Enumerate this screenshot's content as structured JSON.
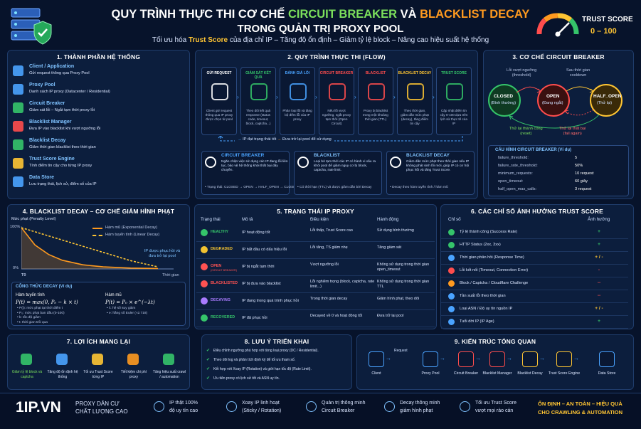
{
  "header": {
    "title_a": "QUY TRÌNH THỰC THI CƠ CHẾ ",
    "title_b": "CIRCUIT BREAKER",
    "title_c": " VÀ ",
    "title_d": "BLACKLIST DECAY",
    "title_2": "TRONG QUẢN TRỊ PROXY POOL",
    "sub_a": "Tối ưu hóa ",
    "sub_b": "Trust Score",
    "sub_c": " của địa chỉ IP – Tăng độ ổn định – Giảm tỷ lệ block – Nâng cao hiệu suất hệ thống",
    "trust_label": "TRUST SCORE",
    "trust_range": "0 – 100"
  },
  "s1": {
    "title": "1. THÀNH PHẦN HỆ THỐNG",
    "items": [
      {
        "name": "Client / Application",
        "desc": "Gửi request thông qua Proxy Pool"
      },
      {
        "name": "Proxy Pool",
        "desc": "Danh sách IP proxy (Datacenter / Residential)"
      },
      {
        "name": "Circuit Breaker",
        "desc": "Giám sát lỗi – Ngắt tạm thời proxy lỗi"
      },
      {
        "name": "Blacklist Manager",
        "desc": "Đưa IP vào blacklist khi vượt ngưỡng lỗi"
      },
      {
        "name": "Blacklist Decay",
        "desc": "Giảm thời gian blacklist theo thời gian"
      },
      {
        "name": "Trust Score Engine",
        "desc": "Tính điểm tin cậy cho từng IP proxy"
      },
      {
        "name": "Data Store",
        "desc": "Lưu trạng thái, lịch sử, điểm số của IP"
      }
    ]
  },
  "s2": {
    "title": "2. QUY TRÌNH THỰC THI (FLOW)",
    "steps": [
      {
        "h": "GỬI REQUEST",
        "d": "Client gửi request thông qua IP proxy được chọn từ pool"
      },
      {
        "h": "GIÁM SÁT KẾT QUẢ",
        "d": "Theo dõi kết quả response (status code, timeout, block, captcha...)"
      },
      {
        "h": "ĐÁNH GIÁ LỖI",
        "d": "Phân loại lỗi và tăng bộ đếm lỗi của IP proxy"
      },
      {
        "h": "CIRCUIT BREAKER",
        "d": "Nếu lỗi vượt ngưỡng, ngắt proxy tạm thời (Open Circuit)"
      },
      {
        "h": "BLACKLIST",
        "d": "Proxy bị blacklist trong một khoảng thời gian (TTL)"
      },
      {
        "h": "BLACKLIST DECAY",
        "d": "Theo thời gian, giảm dần mức phạt (decay), tăng điểm tin cậy"
      },
      {
        "h": "TRUST SCORE",
        "d": "Cập nhật điểm tin cậy 0-100 dựa trên lịch sử thực tế của IP"
      }
    ],
    "loop_a": "IP đạt trạng thái tốt",
    "loop_b": "Đưa trở lại pool để sử dụng",
    "cards": [
      {
        "h": "CIRCUIT BREAKER",
        "d": "Ngăn chặn việc sử dụng các IP đang lỗi liên tục, bảo vệ hệ thống khỏi thất bại dây chuyền.",
        "f": "• Trạng thái: CLOSED → OPEN → HALF_OPEN → CLOSED"
      },
      {
        "h": "BLACKLIST",
        "d": "Loại bỏ tạm thời các IP có hành vi xấu ra khỏi pool để giảm nguy cơ bị block, captcha, rate limit.",
        "f": "• Có thời hạn (TTL) và được giảm dần bởi Decay"
      },
      {
        "h": "BLACKLIST DECAY",
        "d": "Giảm dần mức phạt theo thời gian nếu IP không phát sinh lỗi mới, giúp IP có cơ hội phục hồi và tăng Trust Score.",
        "f": "• Decay theo hàm tuyến tính / hàm mũ"
      }
    ]
  },
  "s3": {
    "title": "3. CƠ CHẾ CIRCUIT BREAKER",
    "closed": "CLOSED",
    "closed_s": "(Bình thường)",
    "open": "OPEN",
    "open_s": "(Đang ngắt)",
    "half": "HALF_OPEN",
    "half_s": "(Thử lại)",
    "t1": "Lỗi vượt ngưỡng",
    "t1b": "(threshold)",
    "t2": "Sau thời gian",
    "t2b": "cooldown",
    "t3": "Thử lại thành công",
    "t3b": "(reset)",
    "t4": "Thử lại thất bại",
    "t4b": "(fail again)",
    "cfg_title": "CẤU HÌNH CIRCUIT BREAKER (Ví dụ)",
    "cfg": [
      [
        "failure_threshold:",
        "5"
      ],
      [
        "failure_rate_threshold:",
        "50%"
      ],
      [
        "minimum_requests:",
        "10 request"
      ],
      [
        "open_timeout:",
        "60 giây"
      ],
      [
        "half_open_max_calls:",
        "3 request"
      ]
    ]
  },
  "s4": {
    "title": "4. BLACKLIST DECAY – CƠ CHẾ GIẢM HÌNH PHẠT",
    "ylabel": "Mức phạt (Penalty Level)",
    "y100": "100%",
    "y0": "0%",
    "x0": "T0",
    "xend": "Thời gian",
    "leg1": "Hàm mũ (Exponential Decay)",
    "leg2": "Hàm tuyến tính (Linear Decay)",
    "note": "IP được phục hồi và đưa trở lại pool",
    "ftitle": "CÔNG THỨC DECAY (Ví dụ)",
    "lin": "Hàm tuyến tính",
    "lin_f": "P(t) = max(0, P₀ − k × t)",
    "lin_n": [
      "• P(t): mức phạt tại thời điểm t",
      "• P₀: mức phạt ban đầu (0-100)",
      "• k: tốc độ giảm",
      "• t: thời gian trôi qua"
    ],
    "exp": "Hàm mũ",
    "exp_f": "P(t) = P₀ × e^(−λt)",
    "exp_n": [
      "• λ: hệ số suy giảm",
      "• e: hằng số Euler (≈2.718)"
    ]
  },
  "chart_data": {
    "type": "line",
    "series": [
      {
        "name": "Hàm mũ (Exponential Decay)",
        "x": [
          0,
          0.1,
          0.2,
          0.3,
          0.45,
          0.6,
          0.8,
          1
        ],
        "y": [
          100,
          58,
          35,
          21,
          10,
          5,
          2,
          1
        ]
      },
      {
        "name": "Hàm tuyến tính (Linear Decay)",
        "x": [
          0,
          0.2,
          0.4,
          0.6,
          0.8,
          1
        ],
        "y": [
          100,
          80,
          60,
          40,
          20,
          5
        ]
      }
    ],
    "ylabel": "Mức phạt (Penalty Level)",
    "xlabel": "Thời gian",
    "ylim": [
      0,
      100
    ]
  },
  "s5": {
    "title": "5. TRẠNG THÁI IP PROXY",
    "cols": [
      "Trạng thái",
      "Mô tả",
      "Điều kiện",
      "Hành động"
    ],
    "rows": [
      {
        "s": "HEALTHY",
        "sub": "",
        "m": "IP hoạt động tốt",
        "d": "Lỗi thấp, Trust Score cao",
        "a": "Sử dụng bình thường",
        "c": "#35c46a"
      },
      {
        "s": "DEGRADED",
        "sub": "",
        "m": "IP bắt đầu có dấu hiệu lỗi",
        "d": "Lỗi tăng, TS giảm nhẹ",
        "a": "Tăng giám sát",
        "c": "#f2c230"
      },
      {
        "s": "OPEN",
        "sub": "(CIRCUIT BREAKER)",
        "m": "IP bị ngắt tạm thời",
        "d": "Vượt ngưỡng lỗi",
        "a": "Không sử dụng trong thời gian open_timeout",
        "c": "#ff5252"
      },
      {
        "s": "BLACKLISTED",
        "sub": "",
        "m": "IP bị đưa vào blacklist",
        "d": "Lỗi nghiêm trọng (block, captcha, rate limit...)",
        "a": "Không sử dụng trong thời gian TTL",
        "c": "#ff5252"
      },
      {
        "s": "DECAYING",
        "sub": "",
        "m": "IP đang trong quá trình phục hồi",
        "d": "Trong thời gian decay",
        "a": "Giảm hình phạt, theo dõi",
        "c": "#a97bff"
      },
      {
        "s": "RECOVERED",
        "sub": "",
        "m": "IP đã phục hồi",
        "d": "Decayed về 0 và hoạt động tốt",
        "a": "Đưa trở lại pool",
        "c": "#35c46a"
      }
    ]
  },
  "s6": {
    "title": "6. CÁC CHỈ SỐ ẢNH HƯỞNG TRUST SCORE",
    "c1": "Chỉ số",
    "c2": "Ảnh hưởng",
    "rows": [
      [
        "Tỷ lệ thành công (Success Rate)",
        "+"
      ],
      [
        "HTTP Status (2xx, 3xx)",
        "+"
      ],
      [
        "Thời gian phản hồi (Response Time)",
        "+ / -"
      ],
      [
        "Lỗi kết nối (Timeout, Connection Error)",
        "-"
      ],
      [
        "Block / Captcha / Cloudflare Challenge",
        "--"
      ],
      [
        "Tần suất lỗi theo thời gian",
        "--"
      ],
      [
        "Loại ASN / Độ uy tín nguồn IP",
        "+ / -"
      ],
      [
        "Tuổi đời IP (IP Age)",
        "+"
      ]
    ]
  },
  "s7": {
    "title": "7. LỢI ÍCH MANG LẠI",
    "items": [
      "Giảm tỷ lệ block và captcha",
      "Tăng độ ổn định hệ thống",
      "Tối ưu Trust Score từng IP",
      "Tiết kiệm chi phí proxy",
      "Tăng hiệu suất crawl / automation"
    ]
  },
  "s8": {
    "title": "8. LƯU Ý TRIỂN KHAI",
    "items": [
      "Điều chỉnh ngưỡng phù hợp với từng loại proxy (DC / Residential).",
      "Theo dõi log và phân tích định kỳ để tối ưu tham số.",
      "Kết hợp với Xoay IP (Rotation) và giới hạn tốc độ (Rate Limit).",
      "Ưu tiên proxy có lịch sử tốt và ASN uy tín."
    ]
  },
  "s9": {
    "title": "9. KIẾN TRÚC TỔNG QUAN",
    "nodes": [
      "Client",
      "Proxy Pool",
      "Circuit Breaker",
      "Blacklist Manager",
      "Blacklist Decay",
      "Trust Score Engine",
      "Data Store"
    ],
    "req": "Request"
  },
  "footer": {
    "logo": "1IP.VN",
    "tag1": "PROXY DÂN CƯ",
    "tag2": "CHẤT LƯỢNG CAO",
    "f1a": "IP thật 100%",
    "f1b": "độ uy tín cao",
    "f2a": "Xoay IP linh hoạt",
    "f2b": "(Sticky / Rotation)",
    "f3a": "Quản trị thông minh",
    "f3b": "Circuit Breaker",
    "f4a": "Decay thông minh",
    "f4b": "giảm hình phạt",
    "f5a": "Tối ưu Trust Score",
    "f5b": "vượt mọi rào cản",
    "r1": "ỔN ĐỊNH – AN TOÀN – HIỆU QUẢ",
    "r2": "CHO CRAWLING & AUTOMATION"
  },
  "colors": {
    "green": "#35c46a",
    "orange": "#ff9a1f",
    "red": "#ff4d4d",
    "blue": "#4aa3ff",
    "yellow": "#ffc533"
  }
}
